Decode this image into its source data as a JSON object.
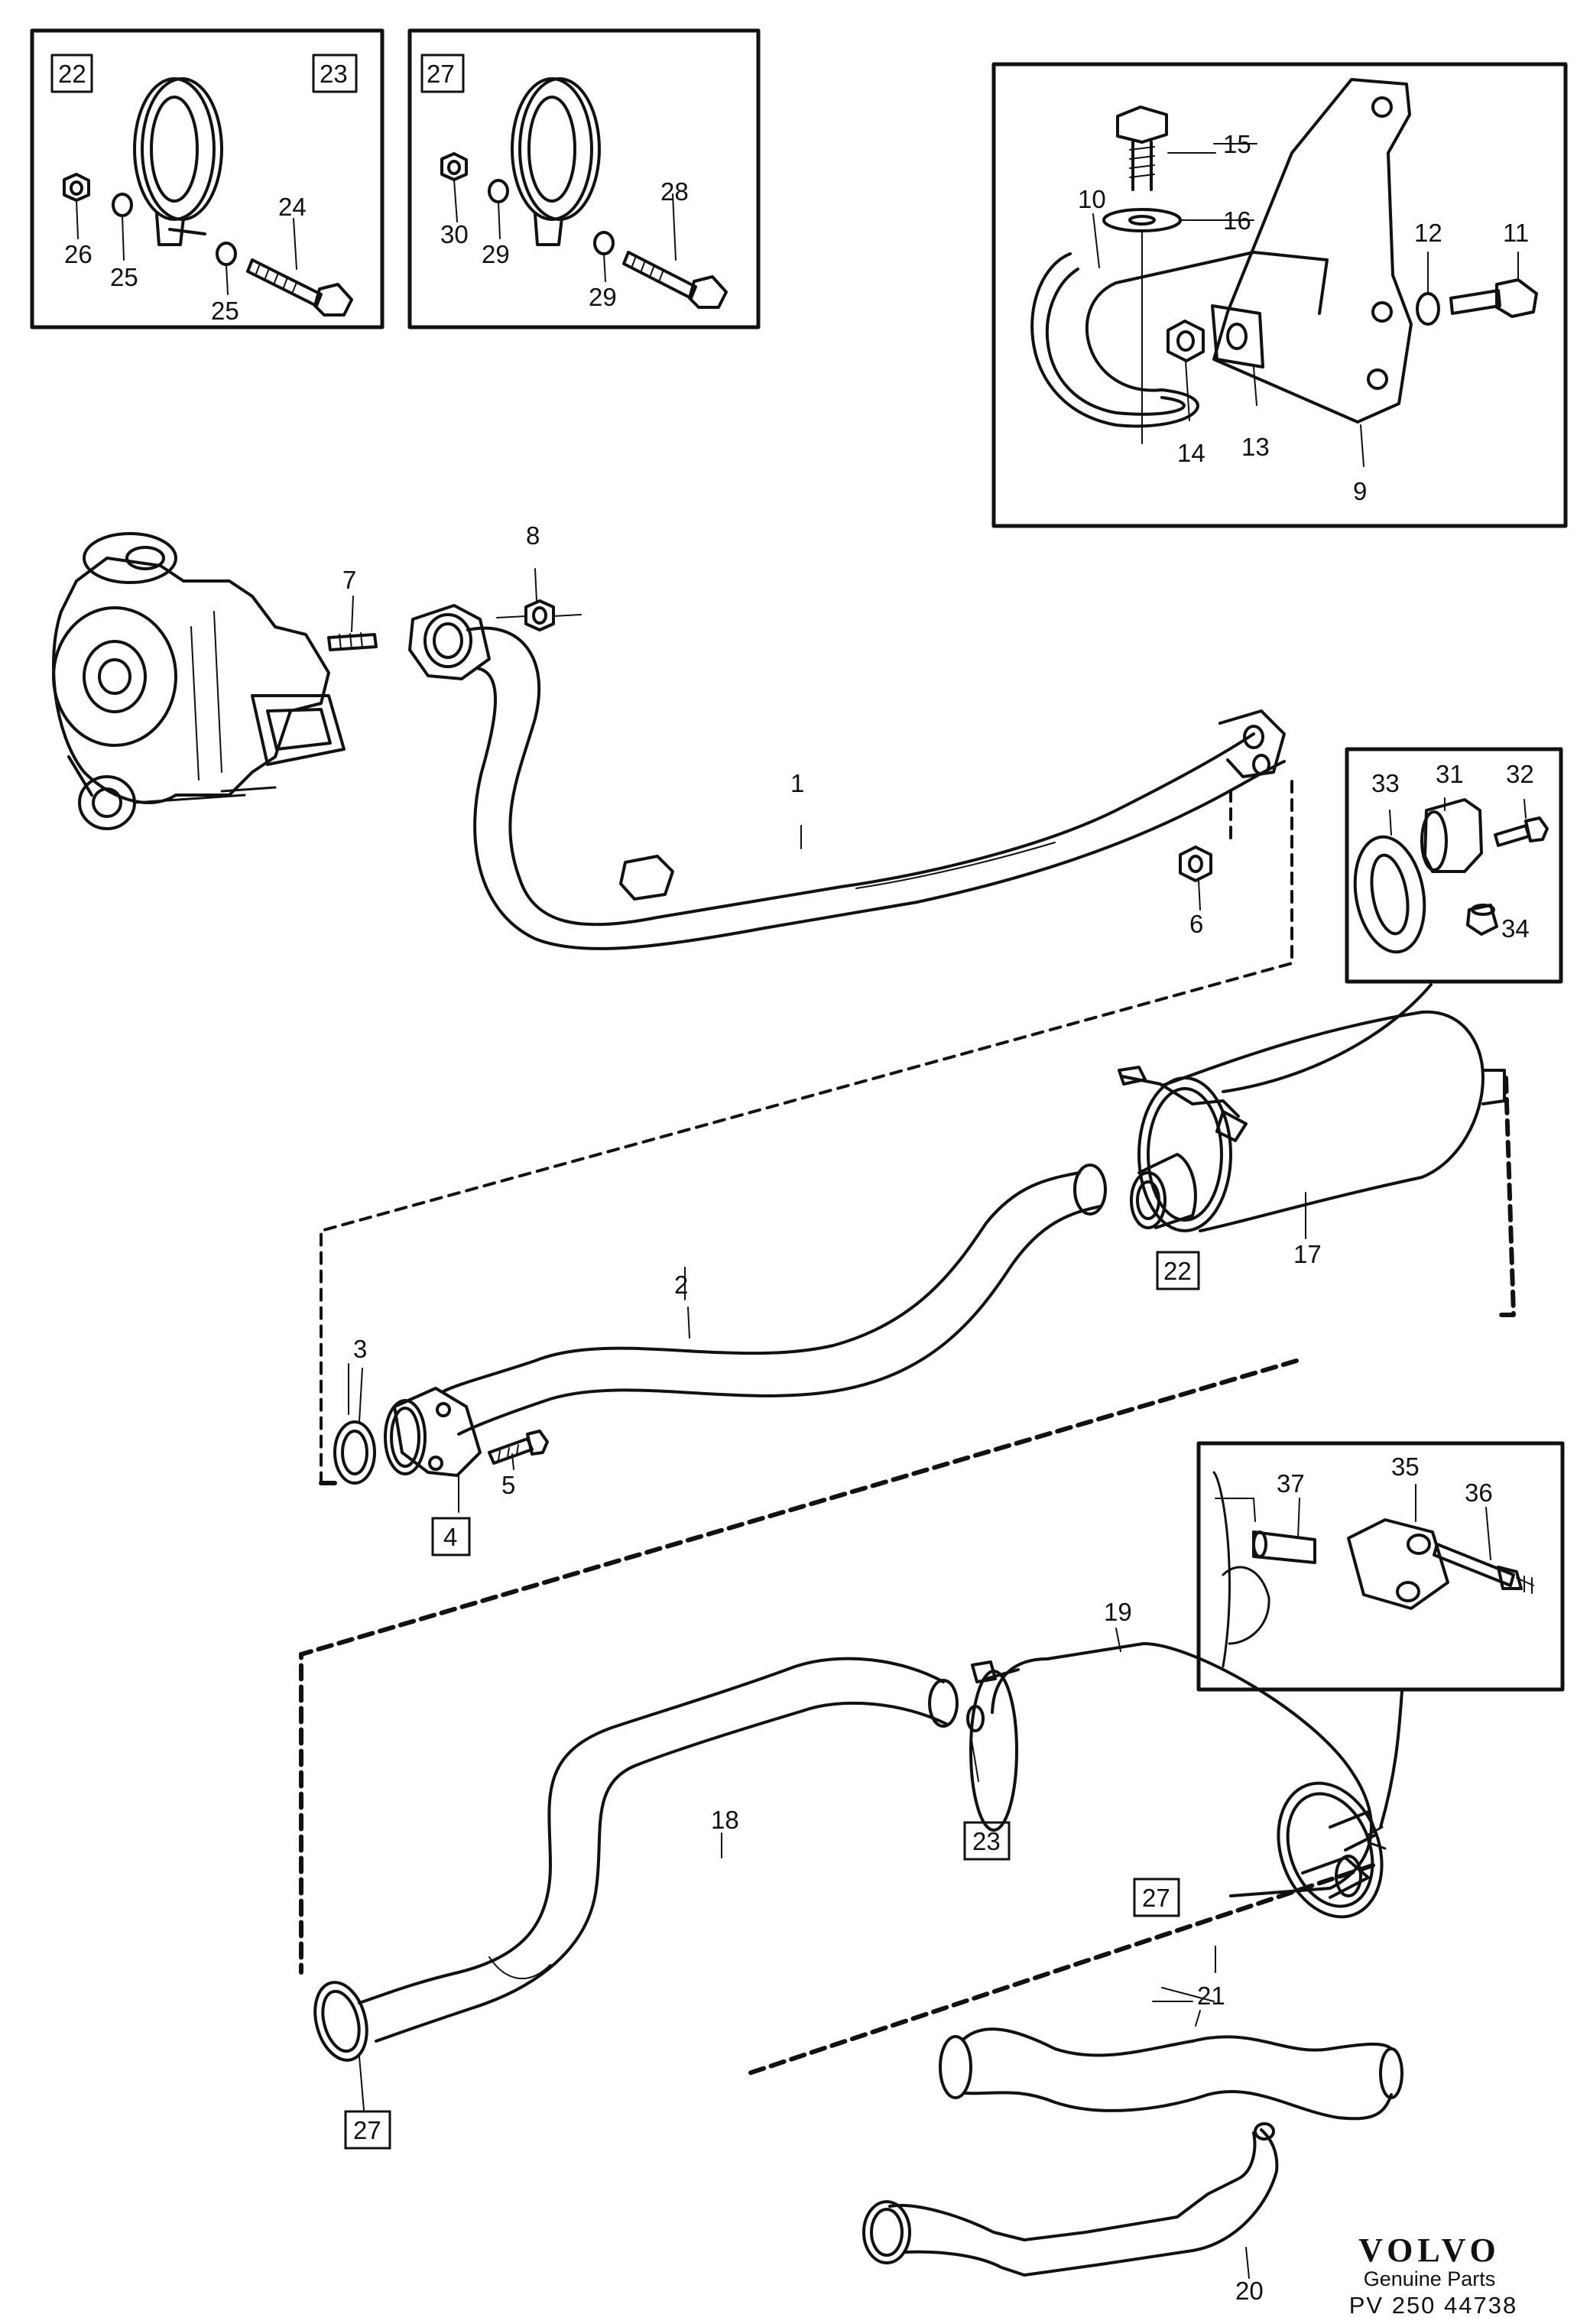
{
  "callouts": {
    "c1": "1",
    "c2": "2",
    "c3": "3",
    "c4": "4",
    "c5": "5",
    "c6": "6",
    "c7": "7",
    "c8": "8",
    "c9": "9",
    "c10": "10",
    "c11": "11",
    "c12": "12",
    "c13": "13",
    "c14": "14",
    "c15": "15",
    "c16": "16",
    "c17": "17",
    "c18": "18",
    "c19": "19",
    "c20": "20",
    "c21": "21",
    "c22a": "22",
    "c22b": "22",
    "c23a": "23",
    "c23b": "23",
    "c24": "24",
    "c25a": "25",
    "c25b": "25",
    "c26": "26",
    "c27a": "27",
    "c27b": "27",
    "c27c": "27",
    "c28": "28",
    "c29a": "29",
    "c29b": "29",
    "c30": "30",
    "c31": "31",
    "c32": "32",
    "c33": "33",
    "c34": "34",
    "c35": "35",
    "c36": "36",
    "c37": "37"
  },
  "brand": {
    "logo": "VOLVO",
    "subtitle": "Genuine Parts",
    "code": "PV 250 44738"
  }
}
